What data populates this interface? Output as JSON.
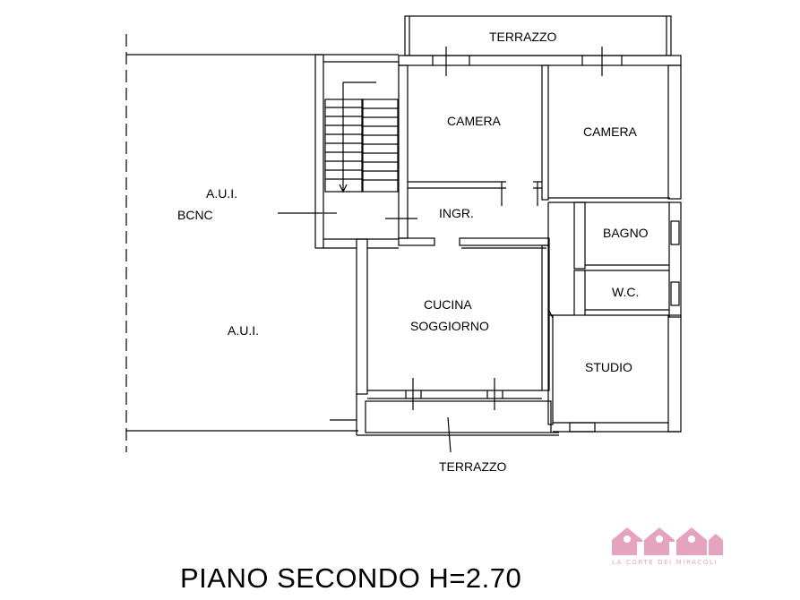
{
  "plan": {
    "rooms": {
      "terrazzo_top": "TERRAZZO",
      "camera_left": "CAMERA",
      "camera_right": "CAMERA",
      "aui_bcnc_1": "A.U.I.",
      "aui_bcnc_2": "BCNC",
      "ingresso": "INGR.",
      "bagno": "BAGNO",
      "wc": "W.C.",
      "cucina_1": "CUCINA",
      "cucina_2": "SOGGIORNO",
      "aui": "A.U.I.",
      "studio": "STUDIO",
      "terrazzo_bottom": "TERRAZZO"
    },
    "title": "PIANO SECONDO H=2.70"
  },
  "logo": {
    "text": "LA CORTE DEI MIRACOLI",
    "color": "#e6a3bf"
  }
}
